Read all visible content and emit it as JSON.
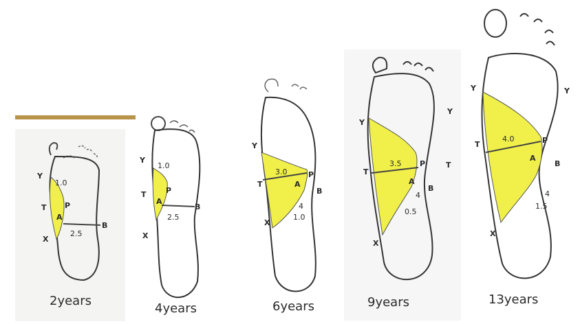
{
  "panels": [
    {
      "caption": "2years",
      "Y": "Y",
      "T": "T",
      "X": "X",
      "P": "P",
      "B": "B",
      "A": "A",
      "top_val": "1.0",
      "bottom_val": "2.5"
    },
    {
      "caption": "4years",
      "Y": "Y",
      "T": "T",
      "X": "X",
      "P": "P",
      "B": "B",
      "A": "A",
      "top_val": "1.0",
      "bottom_val": "2.5"
    },
    {
      "caption": "6years",
      "Y": "Y",
      "T": "T",
      "X": "X",
      "P": "P",
      "B": "B",
      "A": "A",
      "top_val": "3.0",
      "bottom_val": "1.0",
      "small": "4"
    },
    {
      "caption": "9years",
      "Y1": "Y",
      "Y2": "Y",
      "T1": "T",
      "T2": "T",
      "X": "X",
      "P": "P",
      "B": "B",
      "A": "A",
      "top_val": "3.5",
      "bottom_val": "0.5",
      "small": "4"
    },
    {
      "caption": "13years",
      "Y1": "Y",
      "Y2": "Y",
      "T": "T",
      "X": "X",
      "P": "P",
      "B": "B",
      "A": "A",
      "top_val": "4.0",
      "bottom_val": "1.5",
      "small": "4"
    }
  ],
  "colors": {
    "highlight": "#f1f04a",
    "ink": "#2a2a2a",
    "bar": "#b8944a"
  }
}
